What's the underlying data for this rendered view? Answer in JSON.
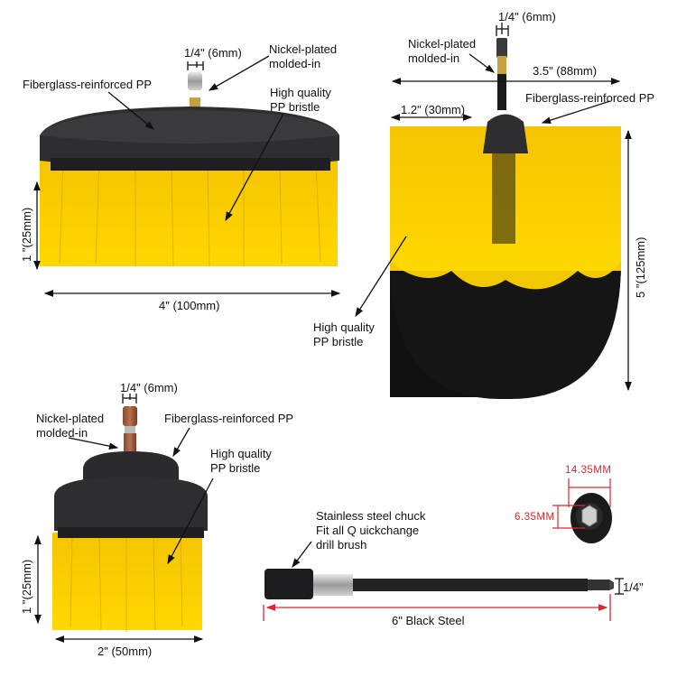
{
  "brush_4in": {
    "shank_dim": "1/4\" (6mm)",
    "shank_label": [
      "Nickel-plated",
      "molded-in"
    ],
    "base_label": "Fiberglass-reinforced PP",
    "bristle_label": [
      "High quality",
      "PP bristle"
    ],
    "height_dim": "1 \"(25mm)",
    "width_dim": "4\" (100mm)"
  },
  "brush_ball": {
    "shank_dim": "1/4\" (6mm)",
    "shank_label": [
      "Nickel-plated",
      "molded-in"
    ],
    "diameter_dim": "3.5\" (88mm)",
    "hub_dim": "1.2\" (30mm)",
    "base_label": "Fiberglass-reinforced PP",
    "bristle_label": [
      "High quality",
      "PP bristle"
    ],
    "height_dim": "5 \"(125mm)"
  },
  "brush_2in": {
    "shank_dim": "1/4\" (6mm)",
    "shank_label": [
      "Nickel-plated",
      "molded-in"
    ],
    "base_label": "Fiberglass-reinforced PP",
    "bristle_label": [
      "High quality",
      "PP bristle"
    ],
    "height_dim": "1 \"(25mm)",
    "width_dim": "2\" (50mm)"
  },
  "extension": {
    "chuck_label": [
      "Stainless steel chuck",
      "Fit all Q uickchange",
      "drill brush"
    ],
    "length_dim": "6\" Black Steel",
    "hex_dim": "1/4\"",
    "socket_outer_dim": "14.35MM",
    "socket_inner_dim": "6.35MM"
  },
  "colors": {
    "bristle_yellow": "#f7d000",
    "base_black": "#2a2a2c",
    "dimension_red": "#e0262b"
  }
}
